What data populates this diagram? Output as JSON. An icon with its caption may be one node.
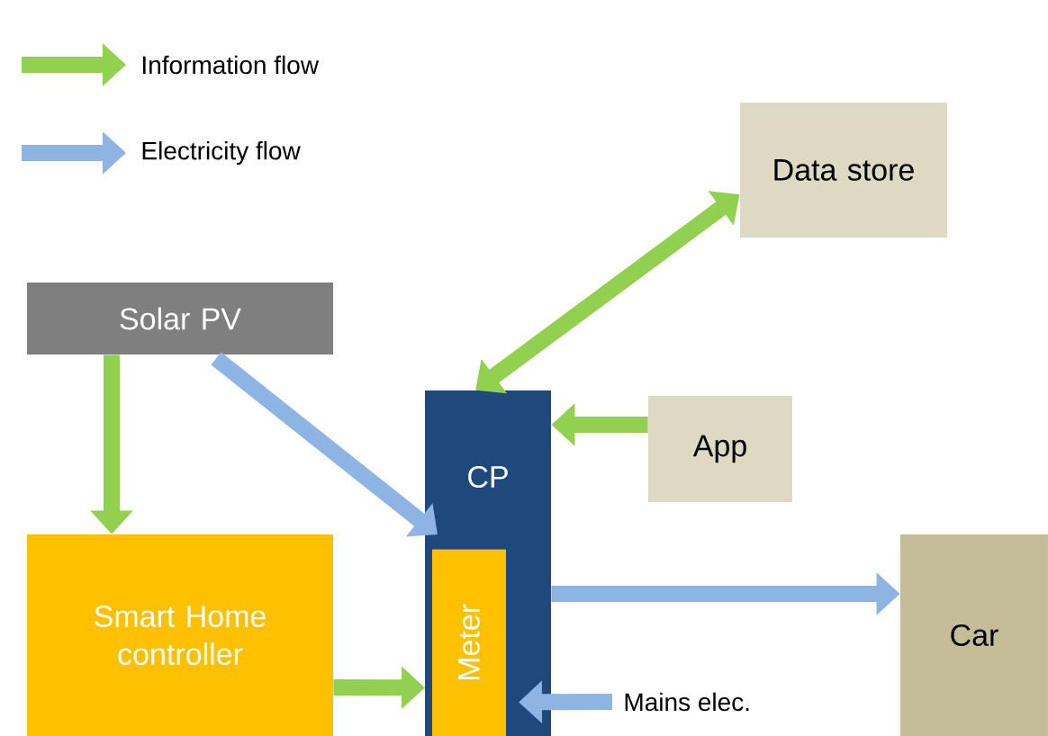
{
  "diagram": {
    "nodes": [
      {
        "text": [
          "Data store"
        ]
      },
      {
        "text": [
          "Solar PV"
        ]
      },
      {
        "text": [
          "CP"
        ]
      },
      {
        "text": [
          "App"
        ]
      },
      {
        "text": [
          "Smart Home controller"
        ]
      },
      {
        "text": [
          "Meter"
        ],
        "in": 2
      },
      {
        "text": [
          "Car"
        ]
      },
      {
        "text": [
          "Mains elec."
        ]
      }
    ],
    "edges": [
      {
        "from": 0,
        "to": 2,
        "arrow": "both"
      },
      {
        "from": 3,
        "to": 2,
        "arrow": "to"
      },
      {
        "from": 1,
        "to": 4,
        "arrow": "to"
      },
      {
        "from": 1,
        "to": 2,
        "arrow": "to",
        "color": "#8eb4e3"
      },
      {
        "from": 2,
        "to": 6,
        "arrow": "to",
        "color": "#8eb4e3"
      },
      {
        "from": 4,
        "to": 5,
        "arrow": "to"
      },
      {
        "from": 7,
        "to": 5,
        "arrow": "to",
        "color": "#8eb4e3"
      }
    ],
    "legend": [
      {
        "text": "Information flow",
        "color": "#92d050"
      },
      {
        "text": "Electricity flow",
        "color": "#8eb4e3"
      }
    ]
  }
}
